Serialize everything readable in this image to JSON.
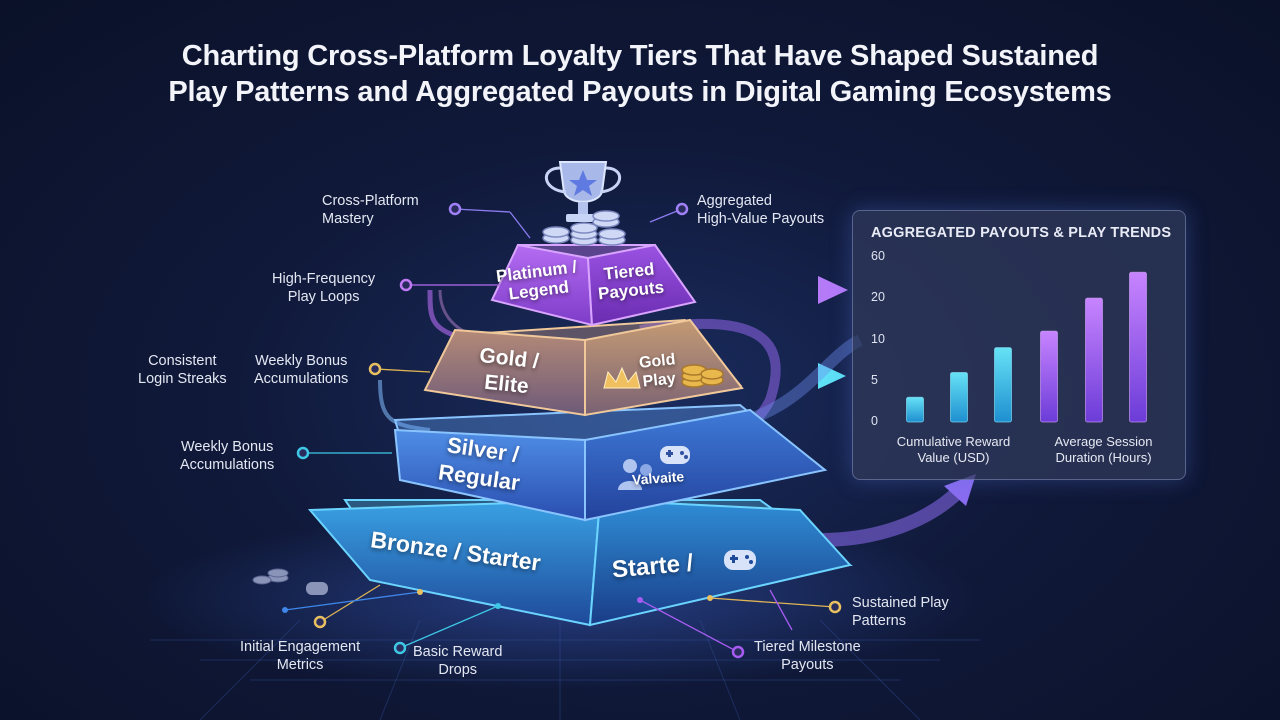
{
  "title": {
    "line1": "Charting Cross-Platform Loyalty Tiers That Have Shaped Sustained",
    "line2": "Play Patterns and Aggregated Payouts in Digital Gaming Ecosystems"
  },
  "tiers": {
    "platinum": {
      "left_line1": "Platinum /",
      "left_line2": "Legend",
      "right_line1": "Tiered",
      "right_line2": "Payouts"
    },
    "gold": {
      "left_line1": "Gold /",
      "left_line2": "Elite",
      "right_line1": "Gold",
      "right_line2": "Play"
    },
    "silver": {
      "left_line1": "Silver /",
      "left_line2": "Regular",
      "right": "Valvaite"
    },
    "bronze": {
      "left": "Bronze / Starter",
      "right": "Starte /"
    }
  },
  "callouts": {
    "cross_platform": {
      "line1": "Cross-Platform",
      "line2": "Mastery"
    },
    "aggregated_high": {
      "line1": "Aggregated",
      "line2": "High-Value Payouts"
    },
    "high_frequency": {
      "line1": "High-Frequency",
      "line2": "Play Loops"
    },
    "consistent_login": {
      "line1": "Consistent",
      "line2": "Login Streaks"
    },
    "weekly_bonus_gold": {
      "line1": "Weekly Bonus",
      "line2": "Accumulations"
    },
    "weekly_bonus_silver": {
      "line1": "Weekly Bonus",
      "line2": "Accumulations"
    },
    "initial_engagement": {
      "line1": "Initial Engagement",
      "line2": "Metrics"
    },
    "basic_reward": {
      "line1": "Basic Reward",
      "line2": "Drops"
    },
    "tiered_milestone": {
      "line1": "Tiered Milestone",
      "line2": "Payouts"
    },
    "sustained_play": {
      "line1": "Sustained Play",
      "line2": "Patterns"
    }
  },
  "panel": {
    "title": "AGGREGATED PAYOUTS & PLAY TRENDS",
    "yticks": [
      "60",
      "20",
      "10",
      "5",
      "0"
    ],
    "x_label_1": {
      "line1": "Cumulative Reward",
      "line2": "Value (USD)"
    },
    "x_label_2": {
      "line1": "Average Session",
      "line2": "Duration (Hours)"
    }
  },
  "chart_data": {
    "type": "bar",
    "title": "AGGREGATED PAYOUTS & PLAY TRENDS",
    "yticks": [
      "0",
      "5",
      "10",
      "20",
      "60"
    ],
    "groups": [
      "Cumulative Reward Value (USD)",
      "Average Session Duration (Hours)"
    ],
    "values": [
      3,
      6,
      9,
      12,
      20,
      45
    ],
    "colors": {
      "teal": "#3ec8e6",
      "violet": "#a65cf0",
      "gold": "#e0b454",
      "blue": "#3f86e8"
    }
  }
}
